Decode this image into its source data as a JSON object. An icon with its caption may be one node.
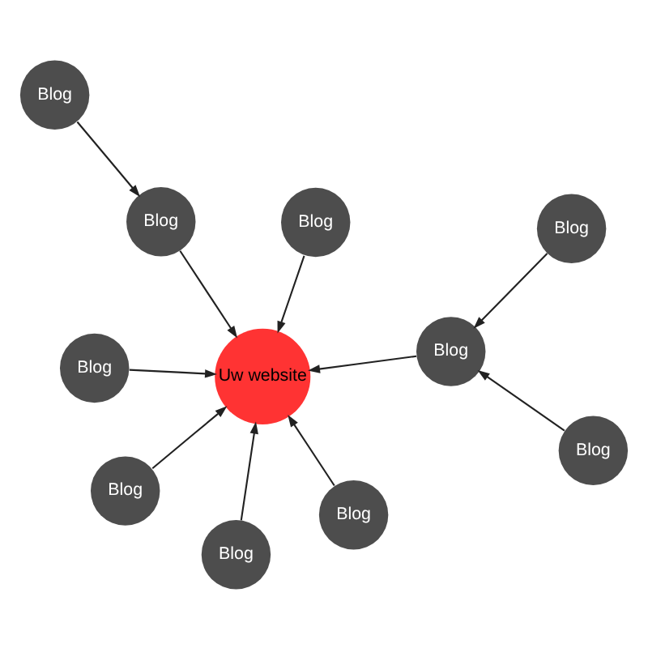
{
  "diagram": {
    "nodes": [
      {
        "text": [
          "Blog"
        ]
      },
      {
        "text": [
          "Blog"
        ]
      },
      {
        "text": [
          "Blog"
        ]
      },
      {
        "text": [
          "Blog"
        ]
      },
      {
        "text": [
          "Blog"
        ]
      },
      {
        "text": [
          "Blog"
        ]
      },
      {
        "text": [
          "Blog"
        ]
      },
      {
        "text": [
          "Uw website"
        ]
      },
      {
        "text": [
          "Blog"
        ]
      },
      {
        "text": [
          "Blog"
        ]
      },
      {
        "text": [
          "Blog"
        ]
      }
    ],
    "edges": [
      {
        "from": 0,
        "to": 3,
        "arrow": "to"
      },
      {
        "from": 1,
        "to": 4,
        "arrow": "to"
      },
      {
        "from": 2,
        "to": 4,
        "arrow": "to"
      },
      {
        "from": 4,
        "to": 7,
        "arrow": "to"
      },
      {
        "from": 3,
        "to": 7,
        "arrow": "to"
      },
      {
        "from": 5,
        "to": 7,
        "arrow": "to"
      },
      {
        "from": 6,
        "to": 7,
        "arrow": "to"
      },
      {
        "from": 8,
        "to": 7,
        "arrow": "to"
      },
      {
        "from": 9,
        "to": 7,
        "arrow": "to"
      },
      {
        "from": 10,
        "to": 7,
        "arrow": "to"
      }
    ]
  }
}
